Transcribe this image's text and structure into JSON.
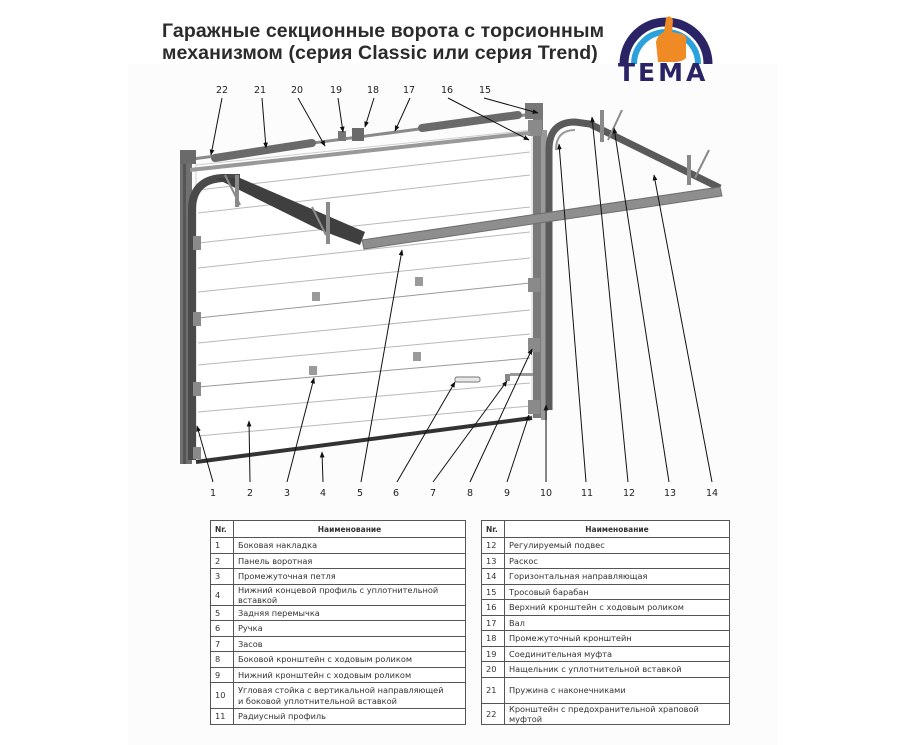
{
  "header": {
    "title_line1": "Гаражные секционные ворота с торсионным",
    "title_line2": "механизмом (серия Classic или серия Trend)",
    "logo_text": "ТЕМА",
    "logo_colors": {
      "outer_arc": "#2a2466",
      "inner_arc": "#2aa3dc",
      "thumb": "#f08a24",
      "text": "#2a2466"
    }
  },
  "diagram": {
    "callouts_top": [
      "22",
      "21",
      "20",
      "19",
      "18",
      "17",
      "16",
      "15"
    ],
    "callouts_bottom": [
      "1",
      "2",
      "3",
      "4",
      "5",
      "6",
      "7",
      "8",
      "9",
      "10",
      "11",
      "12",
      "13",
      "14"
    ]
  },
  "table_left": {
    "headers": {
      "nr": "Nr.",
      "name": "Наименование"
    },
    "rows": [
      {
        "nr": "1",
        "name": "Боковая накладка"
      },
      {
        "nr": "2",
        "name": "Панель воротная"
      },
      {
        "nr": "3",
        "name": "Промежуточная петля"
      },
      {
        "nr": "4",
        "name": "Нижний концевой профиль с уплотнительной вставкой"
      },
      {
        "nr": "5",
        "name": "Задняя перемычка"
      },
      {
        "nr": "6",
        "name": "Ручка"
      },
      {
        "nr": "7",
        "name": "Засов"
      },
      {
        "nr": "8",
        "name": "Боковой кронштейн с ходовым роликом"
      },
      {
        "nr": "9",
        "name": "Нижний кронштейн с ходовым роликом"
      },
      {
        "nr": "10",
        "name_line1": "Угловая стойка с вертикальной направляющей",
        "name_line2": "и боковой уплотнительной вставкой"
      },
      {
        "nr": "11",
        "name": "Радиусный профиль"
      }
    ]
  },
  "table_right": {
    "headers": {
      "nr": "Nr.",
      "name": "Наименование"
    },
    "rows": [
      {
        "nr": "12",
        "name": "Регулируемый подвес"
      },
      {
        "nr": "13",
        "name": "Раскос"
      },
      {
        "nr": "14",
        "name": "Горизонтальная направляющая"
      },
      {
        "nr": "15",
        "name": "Тросовый барабан"
      },
      {
        "nr": "16",
        "name": "Верхний кронштейн с ходовым роликом"
      },
      {
        "nr": "17",
        "name": "Вал"
      },
      {
        "nr": "18",
        "name": "Промежуточный кронштейн"
      },
      {
        "nr": "19",
        "name": "Соединительная муфта"
      },
      {
        "nr": "20",
        "name": "Нащельник с уплотнительной вставкой"
      },
      {
        "nr": "21",
        "name": "Пружина с наконечниками"
      },
      {
        "nr": "22",
        "name": "Кронштейн с предохранительной храповой муфтой"
      }
    ]
  }
}
